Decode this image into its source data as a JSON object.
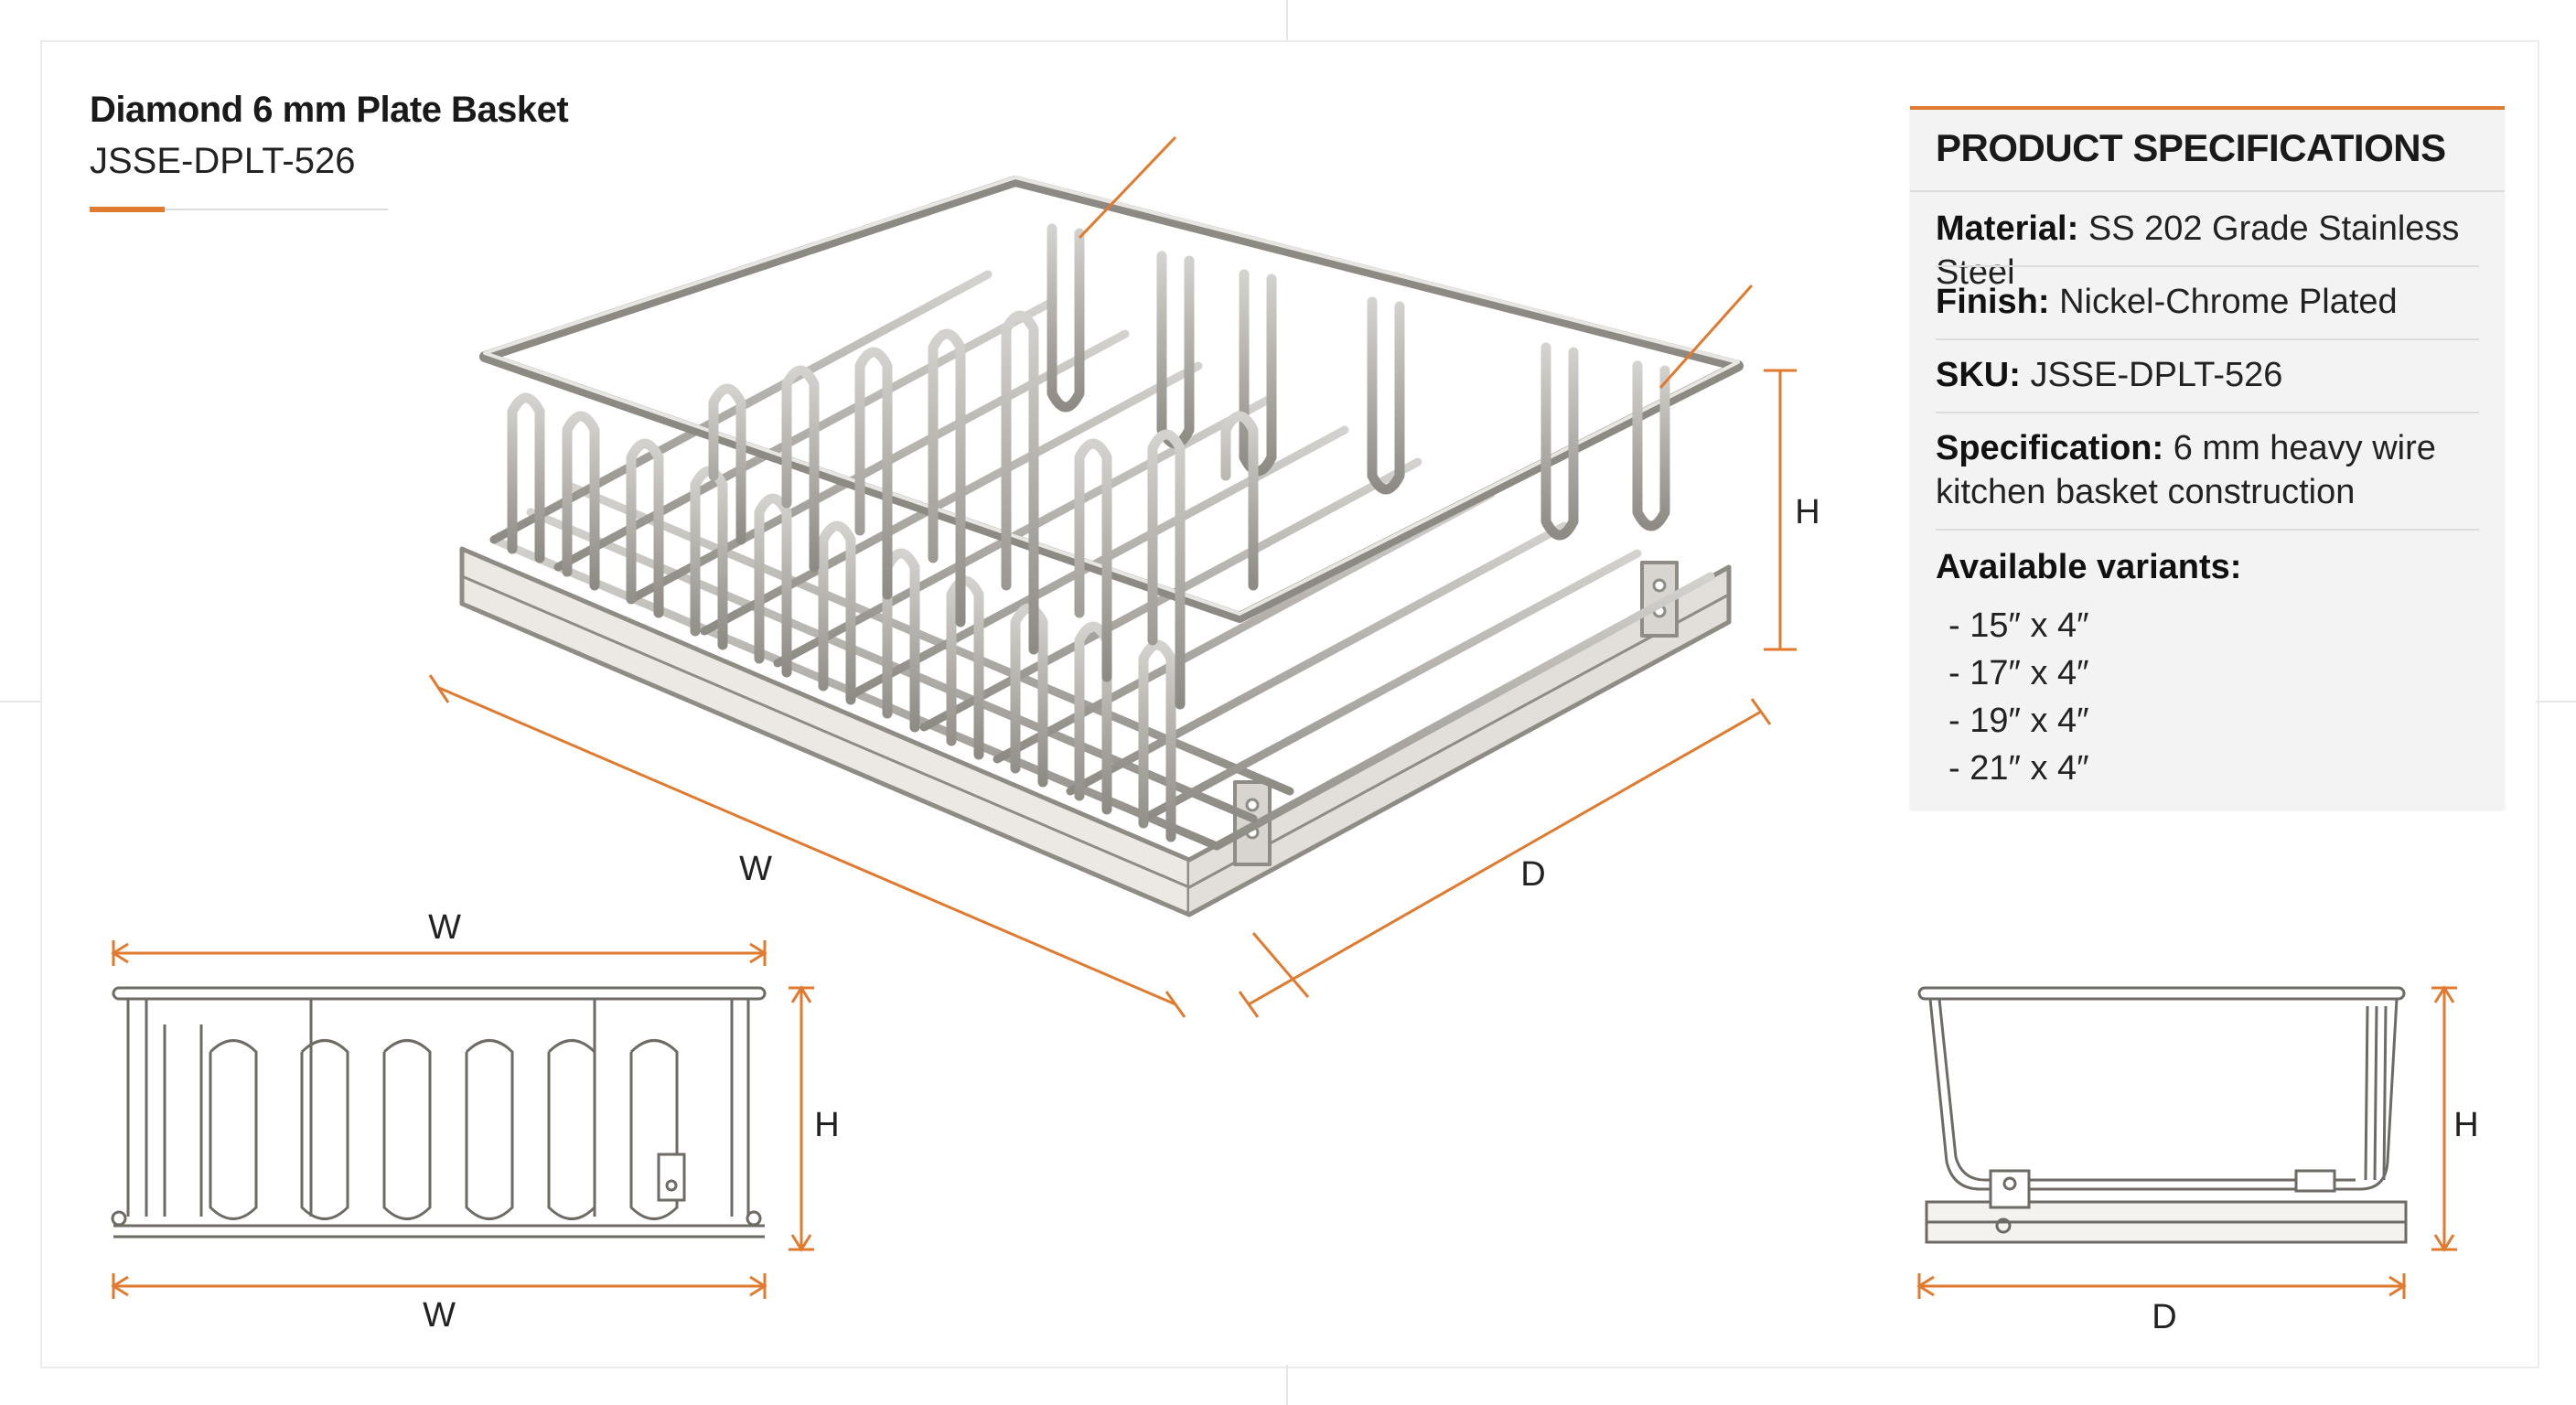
{
  "product": {
    "title": "Diamond 6 mm Plate Basket",
    "code": "JSSE-DPLT-526"
  },
  "specs": {
    "heading": "PRODUCT SPECIFICATIONS",
    "material_label": "Material:",
    "material_value": "SS 202 Grade Stainless Steel",
    "finish_label": "Finish:",
    "finish_value": "Nickel-Chrome Plated",
    "sku_label": "SKU:",
    "sku_value": "JSSE-DPLT-526",
    "spec_label": "Specification:",
    "spec_value_line1": "6 mm heavy wire",
    "spec_value_line2": "kitchen basket construction",
    "variants_label": "Available variants:",
    "variants": [
      "- 15″ x 4″",
      "- 17″ x 4″",
      "- 19″ x 4″",
      "- 21″ x 4″"
    ]
  },
  "dimensions": {
    "iso_width": "W",
    "iso_depth": "D",
    "iso_height": "H",
    "front_width_top": "W",
    "front_width_bottom": "W",
    "front_height": "H",
    "side_depth": "D",
    "side_height": "H"
  },
  "colors": {
    "accent": "#e07a2e",
    "wire": "#9a9690",
    "panel": "#f3f3f3"
  }
}
